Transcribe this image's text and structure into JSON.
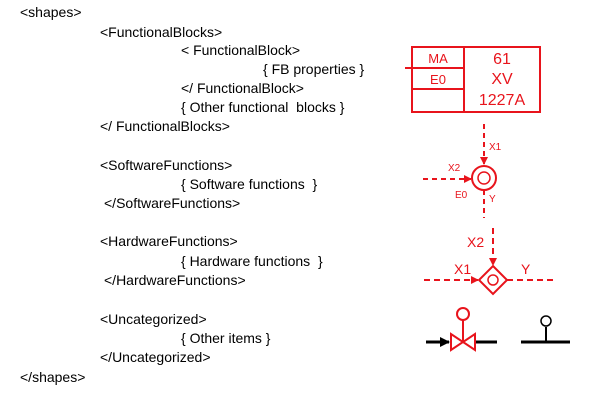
{
  "code_lines": [
    {
      "text": "<shapes>"
    },
    {
      "text": "<FunctionalBlocks>"
    },
    {
      "text": "< FunctionalBlock>"
    },
    {
      "text": "{ FB properties }"
    },
    {
      "text": "</ FunctionalBlock>"
    },
    {
      "text": "{ Other functional  blocks }"
    },
    {
      "text": "</ FunctionalBlocks>"
    },
    {
      "text": "<SoftwareFunctions>"
    },
    {
      "text": "{ Software functions  }"
    },
    {
      "text": "</SoftwareFunctions>"
    },
    {
      "text": "<HardwareFunctions>"
    },
    {
      "text": "{ Hardware functions  }"
    },
    {
      "text": "</HardwareFunctions>"
    },
    {
      "text": "<Uncategorized>"
    },
    {
      "text": "{ Other items }"
    },
    {
      "text": "</Uncategorized>"
    },
    {
      "text": "</shapes>"
    }
  ],
  "colors": {
    "accent": "#e8141c",
    "text": "#000000"
  },
  "fb_symbol": {
    "ma": "MA",
    "e0": "E0",
    "num": "61",
    "xv": "XV",
    "tag": "1227A"
  },
  "software_symbol": {
    "x1": "X1",
    "x2": "X2",
    "e0": "E0",
    "y": "Y",
    "center": "O"
  },
  "hardware_symbol": {
    "x2": "X2",
    "x1": "X1",
    "y": "Y",
    "center": "O"
  }
}
